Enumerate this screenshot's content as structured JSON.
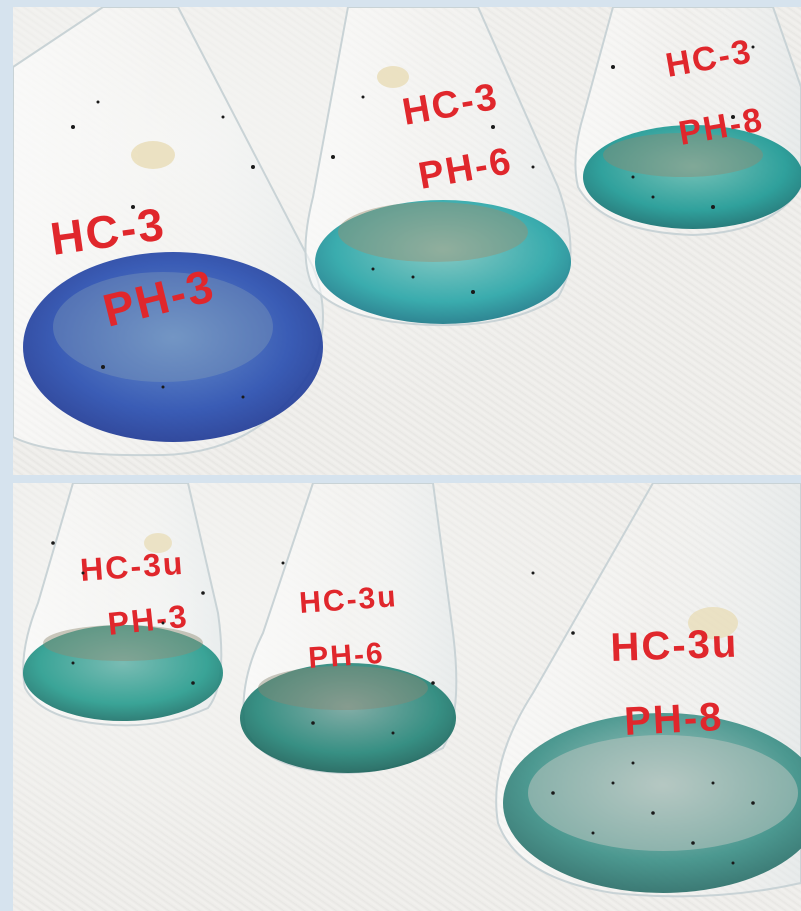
{
  "photo": {
    "top_panel": {
      "flasks": [
        {
          "line1": "HC-3",
          "line2": "PH-3",
          "liquid": "#2a4fb0"
        },
        {
          "line1": "HC-3",
          "line2": "PH-6",
          "liquid": "#2aa6a8"
        },
        {
          "line1": "HC-3",
          "line2": "PH-8",
          "liquid": "#1f9a95"
        }
      ]
    },
    "bottom_panel": {
      "flasks": [
        {
          "line1": "HC-3u",
          "line2": "PH-3",
          "liquid": "#2a9d8f"
        },
        {
          "line1": "HC-3u",
          "line2": "PH-6",
          "liquid": "#27877a"
        },
        {
          "line1": "HC-3u",
          "line2": "PH-8",
          "liquid": "#3a8f86"
        }
      ]
    }
  }
}
